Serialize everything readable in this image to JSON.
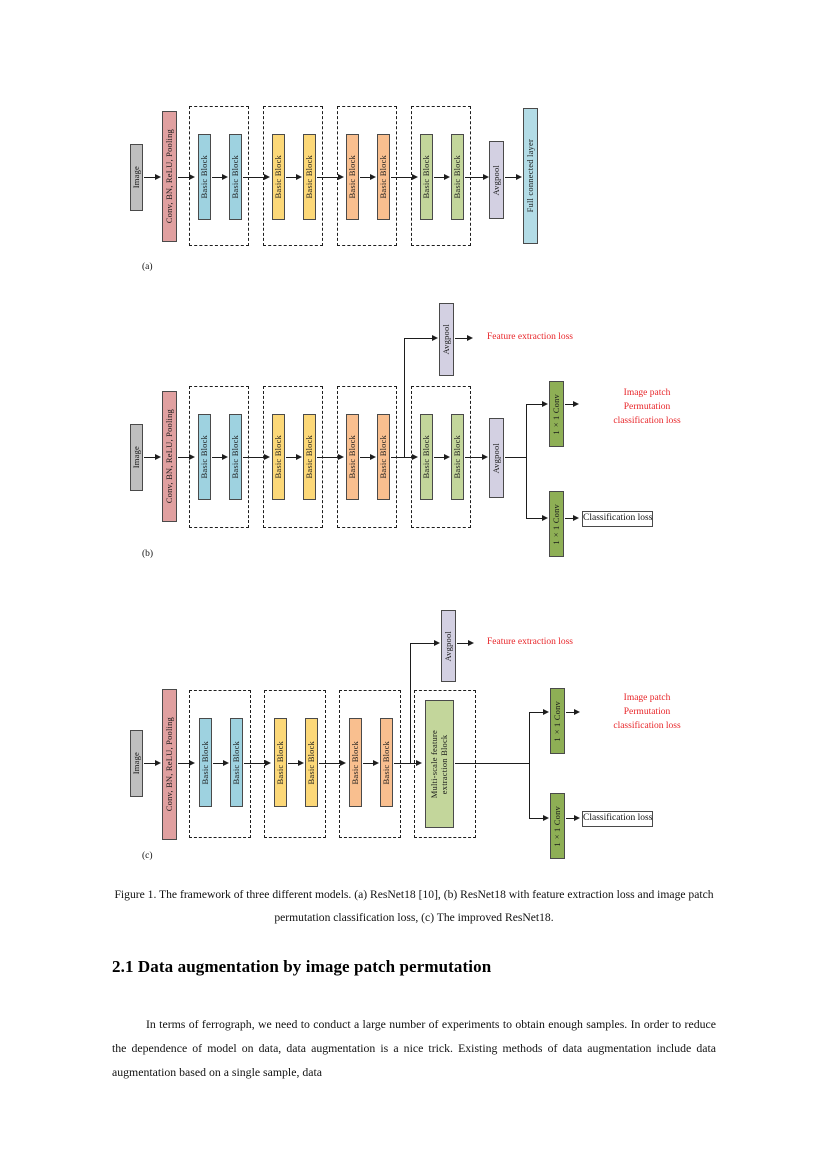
{
  "document": {
    "caption": "Figure 1. The framework of three different models. (a) ResNet18 [10], (b) ResNet18 with feature extraction loss and image patch permutation classification loss, (c) The improved ResNet18.",
    "section_heading": "2.1 Data augmentation by image patch permutation",
    "body_paragraph": "In terms of ferrograph, we need to conduct a large number of experiments to obtain enough samples. In order to reduce the dependence of model on data, data augmentation is a nice trick. Existing methods of data augmentation include data augmentation based on a single sample, data"
  },
  "colors": {
    "gray_block": "#bfbfbf",
    "red_block": "#e0a0a0",
    "blue_block": "#9ed2e0",
    "yellow_block": "#fcd878",
    "orange_block": "#f9bf8f",
    "green_block": "#c3d69b",
    "lavender_block": "#d3d0e2",
    "cyan_block": "#b3dce6",
    "dark_green_block": "#8eaf55",
    "loss_red": "#e8262a",
    "outline": "#4a4a4a",
    "line": "#1d1d1d"
  },
  "figure": {
    "panel_a": {
      "tag": "(a)",
      "image": "Image",
      "stem": "Conv, BN, ReLU, Pooling",
      "stages": [
        {
          "blocks": [
            "Basic Block",
            "Basic Block"
          ]
        },
        {
          "blocks": [
            "Basic Block",
            "Basic Block"
          ]
        },
        {
          "blocks": [
            "Basic Block",
            "Basic Block"
          ]
        },
        {
          "blocks": [
            "Basic Block",
            "Basic Block"
          ]
        }
      ],
      "avgpool": "Avgpool",
      "head": "Full connected layer"
    },
    "panel_b": {
      "tag": "(b)",
      "image": "Image",
      "stem": "Conv, BN, ReLU, Pooling",
      "stages": [
        {
          "blocks": [
            "Basic Block",
            "Basic Block"
          ]
        },
        {
          "blocks": [
            "Basic Block",
            "Basic Block"
          ]
        },
        {
          "blocks": [
            "Basic Block",
            "Basic Block"
          ]
        },
        {
          "blocks": [
            "Basic Block",
            "Basic Block"
          ]
        }
      ],
      "branch_avgpool": "Avgpool",
      "branch_loss": "Feature extraction loss",
      "main_avgpool": "Avgpool",
      "conv_top": "1×1 Conv",
      "conv_bottom": "1×1 Conv",
      "loss_top": "Image patch\nPermutation\nclassification loss",
      "loss_bottom": "Classification loss"
    },
    "panel_c": {
      "tag": "(c)",
      "image": "Image",
      "stem": "Conv, BN, ReLU, Pooling",
      "stages": [
        {
          "blocks": [
            "Basic Block",
            "Basic Block"
          ]
        },
        {
          "blocks": [
            "Basic Block",
            "Basic Block"
          ]
        },
        {
          "blocks": [
            "Basic Block",
            "Basic Block"
          ]
        }
      ],
      "ms_block": "Multi-scale feature\nextraction  Block",
      "branch_avgpool": "Avgpool",
      "branch_loss": "Feature extraction loss",
      "conv_top": "1×1 Conv",
      "conv_bottom": "1×1 Conv",
      "loss_top": "Image patch\nPermutation\nclassification loss",
      "loss_bottom": "Classification loss"
    }
  }
}
